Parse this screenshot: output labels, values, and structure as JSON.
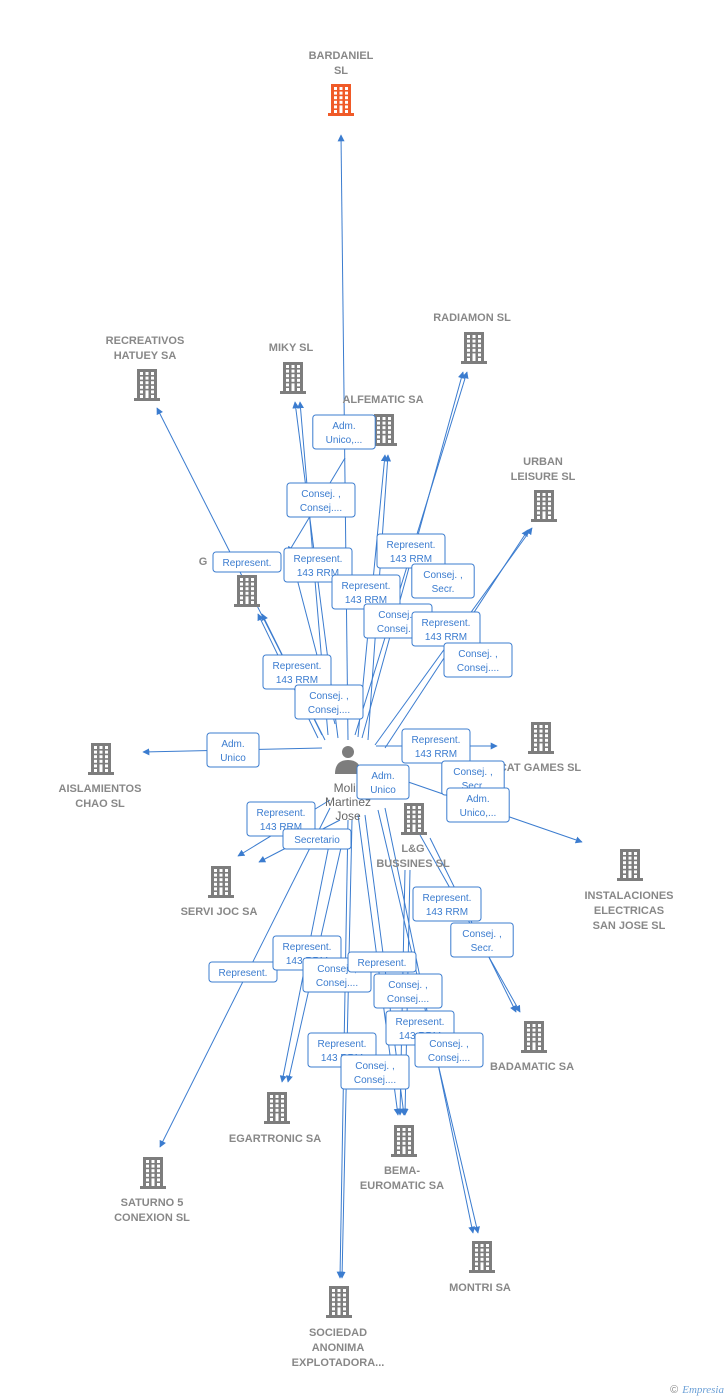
{
  "colors": {
    "edge": "#3b7ccf",
    "company": "#7d7d7d",
    "highlight": "#f05a28",
    "text": "#888888"
  },
  "center": {
    "label_lines": [
      "Molin",
      "Martinez",
      "Jose"
    ],
    "icon": "person-icon"
  },
  "companies": [
    {
      "id": "bardaniel",
      "lines": [
        "BARDANIEL",
        "SL"
      ],
      "highlight": true
    },
    {
      "id": "recreativos",
      "lines": [
        "RECREATIVOS",
        "HATUEY SA"
      ]
    },
    {
      "id": "miky",
      "lines": [
        "MIKY  SL"
      ]
    },
    {
      "id": "radiamon",
      "lines": [
        "RADIAMON SL"
      ]
    },
    {
      "id": "alfematic",
      "lines": [
        "ALFEMATIC SA"
      ]
    },
    {
      "id": "urban",
      "lines": [
        "URBAN",
        "LEISURE  SL"
      ]
    },
    {
      "id": "g",
      "lines": [
        "G"
      ]
    },
    {
      "id": "aislamientos",
      "lines": [
        "AISLAMIENTOS",
        "CHAO SL"
      ]
    },
    {
      "id": "catgames",
      "lines": [
        "CAT GAMES SL"
      ]
    },
    {
      "id": "lg",
      "lines": [
        "L&G",
        "BUSSINES SL"
      ]
    },
    {
      "id": "instalaciones",
      "lines": [
        "INSTALACIONES",
        "ELECTRICAS",
        "SAN JOSE SL"
      ]
    },
    {
      "id": "servijoc",
      "lines": [
        "SERVI JOC SA"
      ]
    },
    {
      "id": "badamatic",
      "lines": [
        "BADAMATIC SA"
      ]
    },
    {
      "id": "egartronic",
      "lines": [
        "EGARTRONIC SA"
      ]
    },
    {
      "id": "bema",
      "lines": [
        "BEMA-",
        "EUROMATIC SA"
      ]
    },
    {
      "id": "saturno",
      "lines": [
        "SATURNO 5",
        "CONEXION  SL"
      ]
    },
    {
      "id": "montri",
      "lines": [
        "MONTRI SA"
      ]
    },
    {
      "id": "sociedad",
      "lines": [
        "SOCIEDAD",
        "ANONIMA",
        "EXPLOTADORA..."
      ]
    }
  ],
  "relations": [
    {
      "id": "r1",
      "lines": [
        "Adm.",
        "Unico,..."
      ]
    },
    {
      "id": "r2",
      "lines": [
        "Consej. ,",
        "Consej...."
      ]
    },
    {
      "id": "r3",
      "lines": [
        "Represent."
      ]
    },
    {
      "id": "r4",
      "lines": [
        "Represent.",
        "143 RRM"
      ]
    },
    {
      "id": "r5",
      "lines": [
        "Represent.",
        "143 RRM"
      ]
    },
    {
      "id": "r6",
      "lines": [
        "Represent.",
        "143 RRM"
      ]
    },
    {
      "id": "r7",
      "lines": [
        "Consej. ,",
        "Secr."
      ]
    },
    {
      "id": "r8",
      "lines": [
        "Consej. ,",
        "Consej...."
      ]
    },
    {
      "id": "r9",
      "lines": [
        "Represent.",
        "143 RRM"
      ]
    },
    {
      "id": "r10",
      "lines": [
        "Consej. ,",
        "Consej...."
      ]
    },
    {
      "id": "r11",
      "lines": [
        "Represent.",
        "143 RRM"
      ]
    },
    {
      "id": "r12",
      "lines": [
        "Consej. ,",
        "Consej...."
      ]
    },
    {
      "id": "r13",
      "lines": [
        "Adm.",
        "Unico"
      ]
    },
    {
      "id": "r14",
      "lines": [
        "Represent.",
        "143 RRM"
      ]
    },
    {
      "id": "r15",
      "lines": [
        "Adm.",
        "Unico"
      ]
    },
    {
      "id": "r16",
      "lines": [
        "Consej. ,",
        "Secr."
      ]
    },
    {
      "id": "r17",
      "lines": [
        "Adm.",
        "Unico,..."
      ]
    },
    {
      "id": "r18",
      "lines": [
        "Represent.",
        "143 RRM"
      ]
    },
    {
      "id": "r19",
      "lines": [
        "Secretario"
      ]
    },
    {
      "id": "r20",
      "lines": [
        "Represent.",
        "143 RRM"
      ]
    },
    {
      "id": "r21",
      "lines": [
        "Consej. ,",
        "Secr."
      ]
    },
    {
      "id": "r22",
      "lines": [
        "Represent."
      ]
    },
    {
      "id": "r23",
      "lines": [
        "Represent.",
        "143 RRM"
      ]
    },
    {
      "id": "r24",
      "lines": [
        "Consej. ,",
        "Consej...."
      ]
    },
    {
      "id": "r25",
      "lines": [
        "Represent."
      ]
    },
    {
      "id": "r26",
      "lines": [
        "Consej. ,",
        "Consej...."
      ]
    },
    {
      "id": "r27",
      "lines": [
        "Represent.",
        "143 RRM"
      ]
    },
    {
      "id": "r28",
      "lines": [
        "Consej. ,",
        "Consej...."
      ]
    },
    {
      "id": "r29",
      "lines": [
        "Represent.",
        "143 RRM"
      ]
    },
    {
      "id": "r30",
      "lines": [
        "Consej. ,",
        "Consej...."
      ]
    }
  ],
  "footer": {
    "copyright": "©",
    "brand": "Empresia"
  }
}
